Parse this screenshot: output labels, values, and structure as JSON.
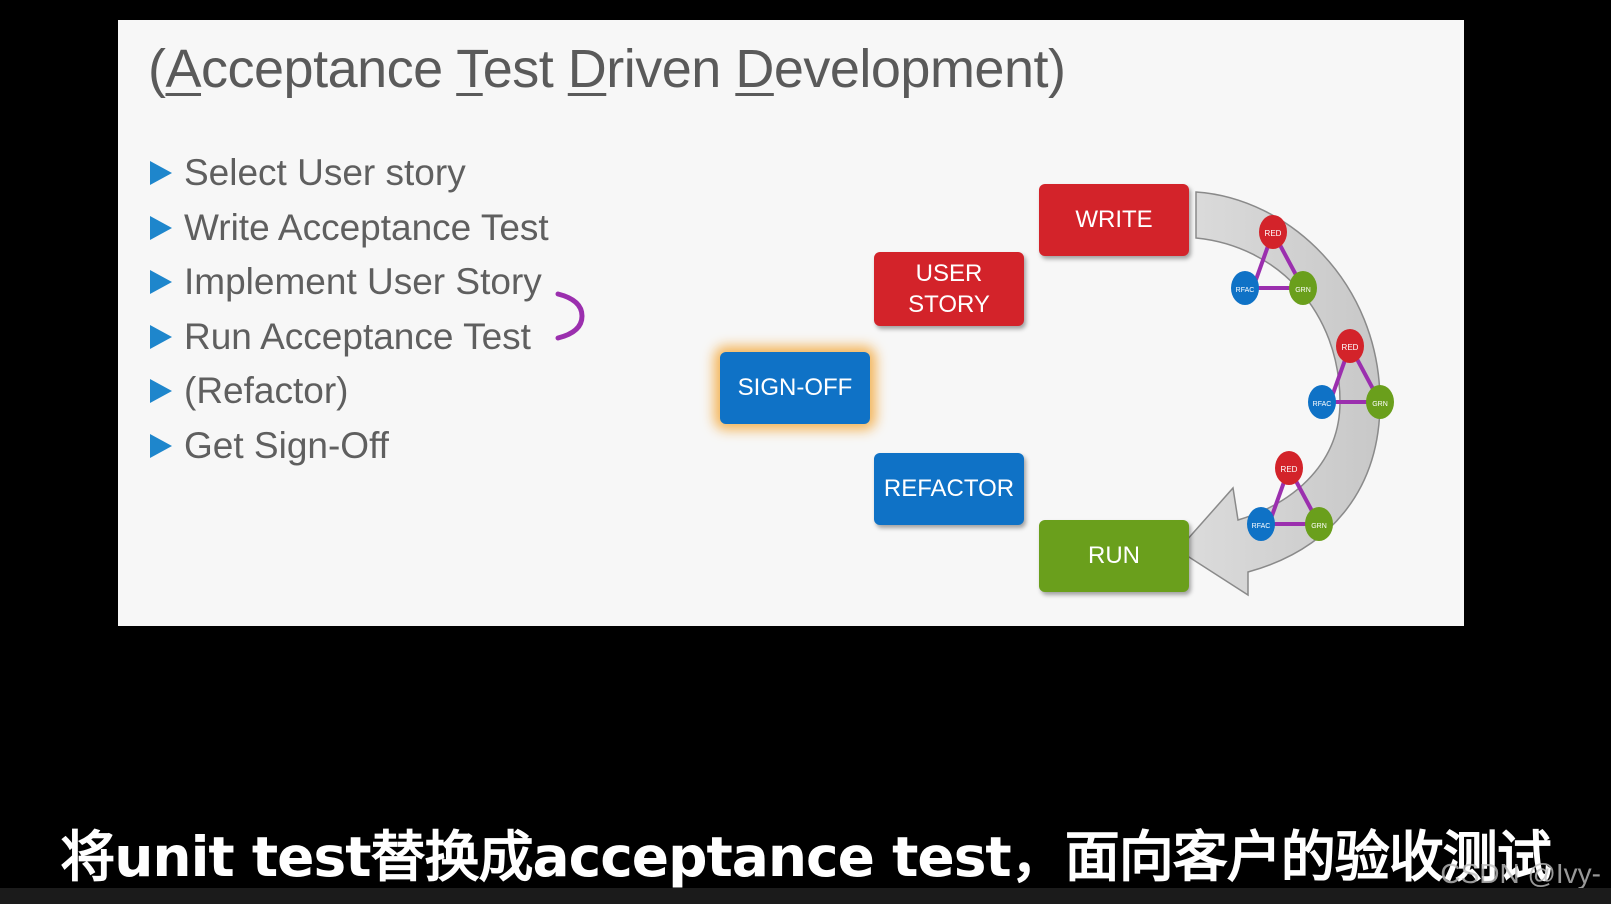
{
  "slide": {
    "title_parts": [
      "(",
      "A",
      "cceptance ",
      "T",
      "est ",
      "D",
      "riven ",
      "D",
      "evelopment)"
    ],
    "bullets": [
      "Select User story",
      "Write Acceptance Test",
      "Implement User Story",
      "Run Acceptance Test",
      "(Refactor)",
      "Get Sign-Off"
    ]
  },
  "diagram": {
    "write": "WRITE",
    "user_story_line1": "USER",
    "user_story_line2": "STORY",
    "sign_off": "SIGN-OFF",
    "refactor": "REFACTOR",
    "run": "RUN",
    "cycle_labels": {
      "red": "RED",
      "green": "GRN",
      "refactor": "RFAC"
    }
  },
  "colors": {
    "red": "#d3232a",
    "blue": "#0f72c6",
    "green": "#6a9f1c",
    "purple": "#9b2fae",
    "bullet": "#1e86cc",
    "glow": "#f4b65b"
  },
  "subtitle": "将unit test替换成acceptance test，面向客户的验收测试",
  "watermark": "CSDN @Ivy-"
}
